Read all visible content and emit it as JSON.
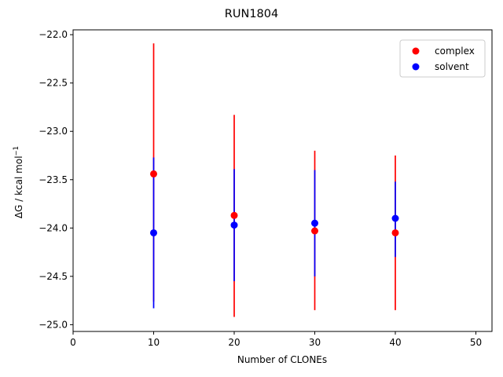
{
  "chart_data": {
    "type": "scatter",
    "title": "RUN1804",
    "xlabel": "Number of CLONEs",
    "ylabel": {
      "main": "ΔG / kcal mol",
      "superscript": "−1"
    },
    "xlim": [
      0,
      52
    ],
    "ylim": [
      -25.07,
      -21.95
    ],
    "x_ticks": [
      0,
      10,
      20,
      30,
      40,
      50
    ],
    "x_tick_labels": [
      "0",
      "10",
      "20",
      "30",
      "40",
      "50"
    ],
    "y_ticks": [
      -22.0,
      -22.5,
      -23.0,
      -23.5,
      -24.0,
      -24.5,
      -25.0
    ],
    "y_tick_labels": [
      "−22.0",
      "−22.5",
      "−23.0",
      "−23.5",
      "−24.0",
      "−24.5",
      "−25.0"
    ],
    "grid": false,
    "legend_position": "upper right",
    "series": [
      {
        "name": "complex",
        "color": "#ff0000",
        "points": [
          {
            "x": 10,
            "y": -23.44,
            "err_low": -24.76,
            "err_high": -22.09
          },
          {
            "x": 20,
            "y": -23.87,
            "err_low": -24.92,
            "err_high": -22.83
          },
          {
            "x": 30,
            "y": -24.03,
            "err_low": -24.85,
            "err_high": -23.2
          },
          {
            "x": 40,
            "y": -24.05,
            "err_low": -24.85,
            "err_high": -23.25
          }
        ]
      },
      {
        "name": "solvent",
        "color": "#0000ff",
        "points": [
          {
            "x": 10,
            "y": -24.05,
            "err_low": -24.83,
            "err_high": -23.27
          },
          {
            "x": 20,
            "y": -23.97,
            "err_low": -24.55,
            "err_high": -23.39
          },
          {
            "x": 30,
            "y": -23.95,
            "err_low": -24.5,
            "err_high": -23.4
          },
          {
            "x": 40,
            "y": -23.9,
            "err_low": -24.3,
            "err_high": -23.52
          }
        ]
      }
    ]
  }
}
